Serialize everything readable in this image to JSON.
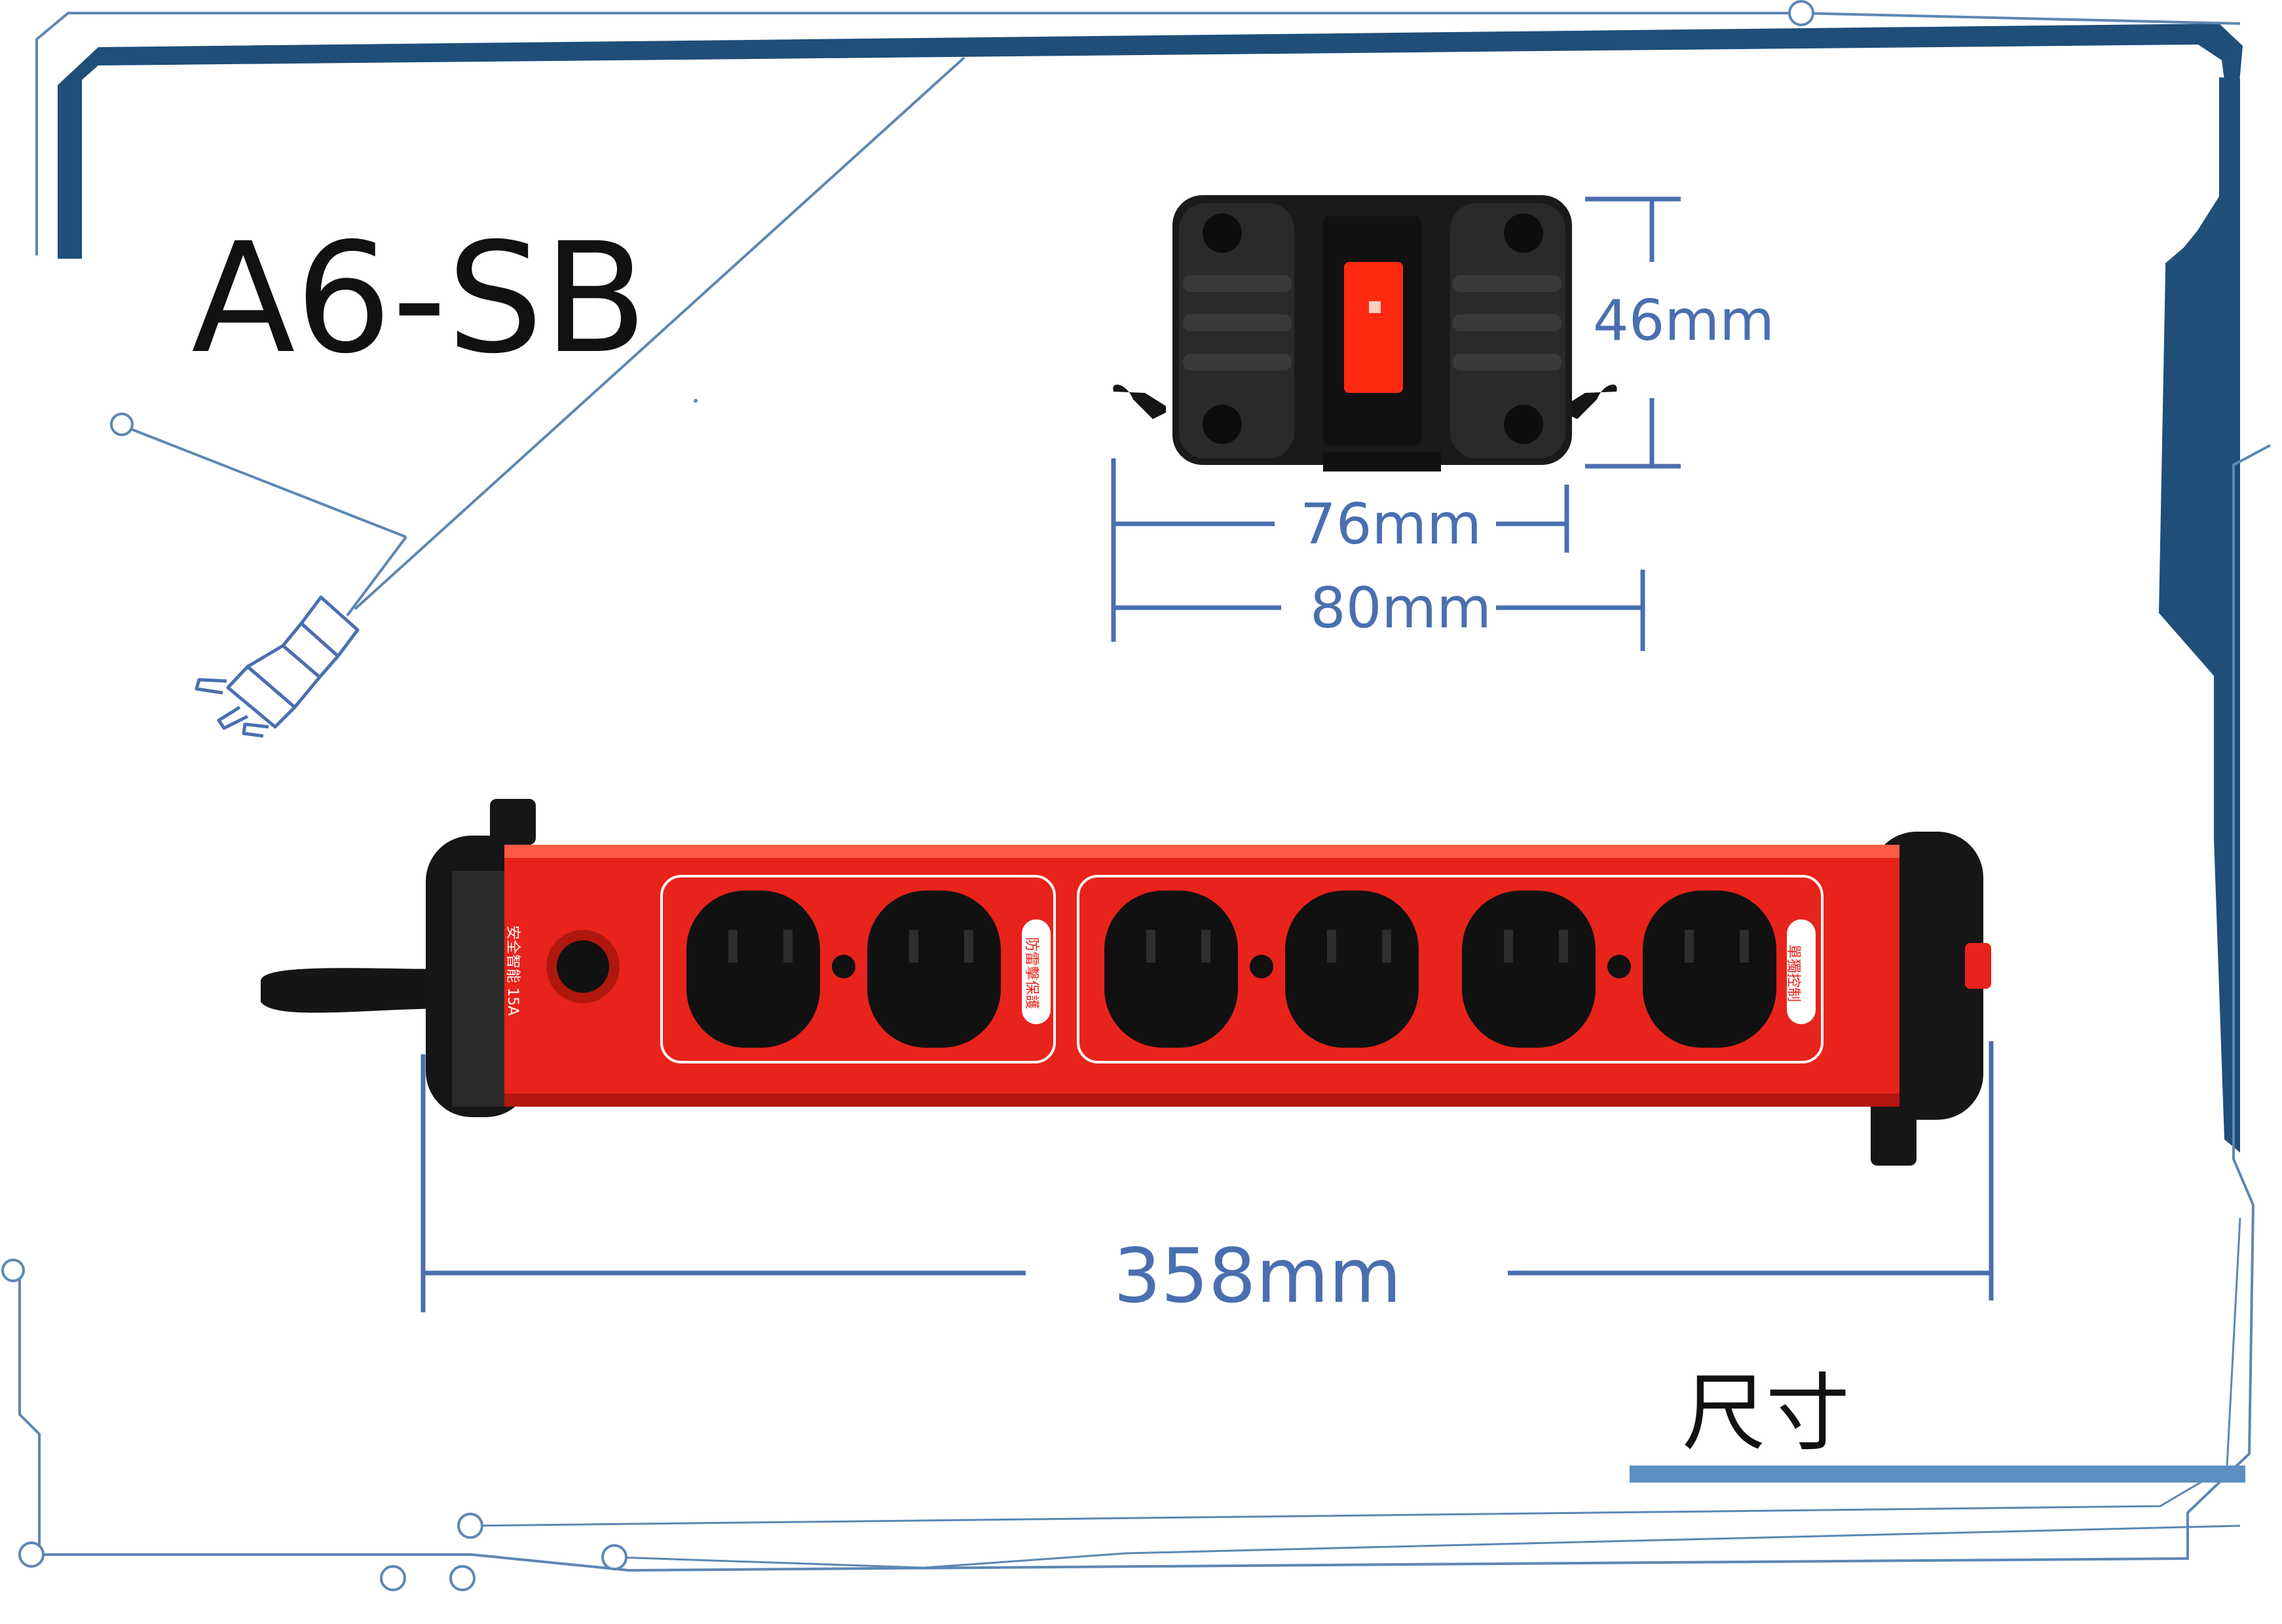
{
  "model": "A6-SB",
  "dimensions": {
    "height": "46mm",
    "width_inner": "76mm",
    "width_outer": "80mm",
    "length": "358mm"
  },
  "section_label": "尺寸",
  "product_labels": {
    "left_panel": "安全智能 15A",
    "group1": "防雷擊保護",
    "group2": "單獨控制"
  },
  "colors": {
    "frame_dark": "#1f4e79",
    "frame_line": "#5d87b3",
    "dimension": "#4a6fb0",
    "strip_body": "#e8231b",
    "switch_red": "#ff2a10",
    "accent_bar": "#5b8fbf"
  },
  "icons": [
    "plug-icon"
  ]
}
